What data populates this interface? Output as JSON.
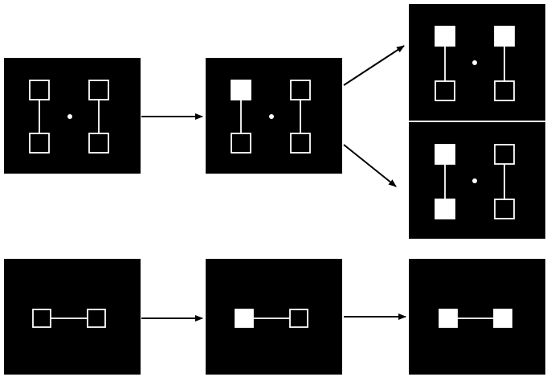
{
  "diagram": {
    "colors": {
      "background": "#ffffff",
      "panel": "#000000",
      "stimulus": "#ffffff",
      "arrow": "#000000"
    },
    "rows": [
      {
        "name": "two-rectangle-sequence",
        "steps": [
          {
            "name": "initial-display",
            "filled": []
          },
          {
            "name": "cue-display",
            "filled": [
              "left-top"
            ]
          },
          {
            "name": "target-same-object",
            "filled": [
              "left-top",
              "right-top"
            ]
          },
          {
            "name": "target-different-object",
            "filled": [
              "left-top",
              "left-bottom"
            ]
          }
        ]
      },
      {
        "name": "single-object-sequence",
        "steps": [
          {
            "name": "initial-display",
            "filled": []
          },
          {
            "name": "cue-display",
            "filled": [
              "left"
            ]
          },
          {
            "name": "target-display",
            "filled": [
              "left",
              "right"
            ]
          }
        ]
      }
    ]
  }
}
